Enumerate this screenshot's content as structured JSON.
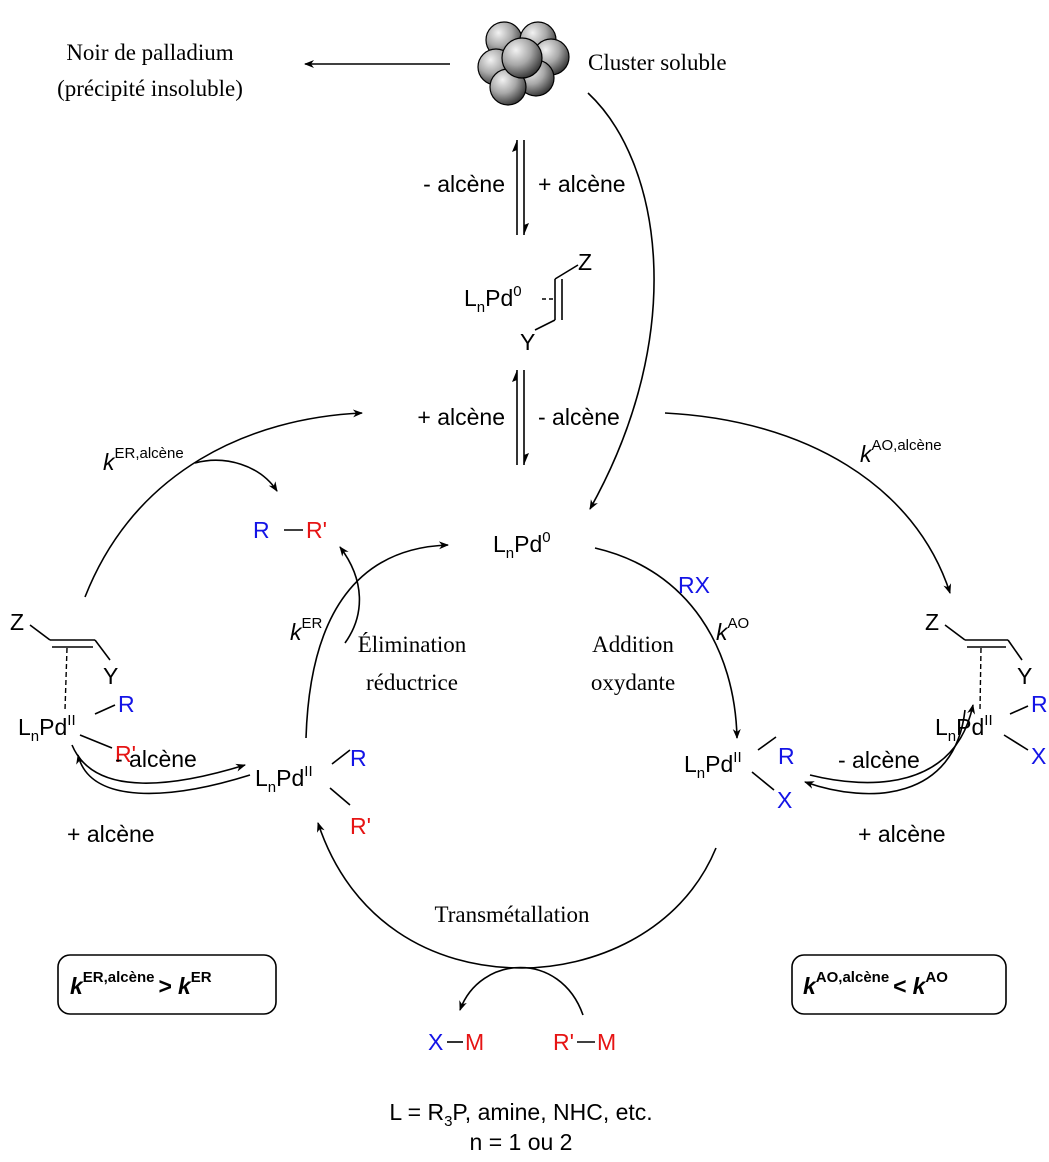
{
  "colors": {
    "blue": "#1414e6",
    "red": "#e61414",
    "black": "#000000"
  },
  "top": {
    "noir_line1": "Noir de palladium",
    "noir_line2": "(précipité insoluble)",
    "cluster_label": "Cluster soluble",
    "cluster_icon": "palladium-cluster-spheres"
  },
  "upper_equilibrium": {
    "minus": "- alcène",
    "plus": "+ alcène"
  },
  "pd0_alkene": {
    "L": "L",
    "n": "n",
    "Pd": "Pd",
    "ox": "0",
    "Z": "Z",
    "Y": "Y"
  },
  "lower_equilibrium": {
    "plus": "+ alcène",
    "minus": "- alcène"
  },
  "center": {
    "L": "L",
    "n": "n",
    "Pd": "Pd",
    "ox": "0"
  },
  "rate_left": {
    "k": "k",
    "sup": "ER,alcène"
  },
  "rate_right": {
    "k": "k",
    "sup": "AO,alcène"
  },
  "product": {
    "R": "R",
    "R2": "R'"
  },
  "k_er": {
    "k": "k",
    "sup": "ER"
  },
  "reductive": {
    "line1": "Élimination",
    "line2": "réductrice"
  },
  "oxidative": {
    "line1": "Addition",
    "line2": "oxydante"
  },
  "rx": "RX",
  "k_ao": {
    "k": "k",
    "sup": "AO"
  },
  "left_complex": {
    "Z": "Z",
    "Y": "Y",
    "L": "L",
    "n": "n",
    "Pd": "Pd",
    "ox": "II",
    "R": "R",
    "R2": "R'"
  },
  "left_equilibrium": {
    "minus": "- alcène",
    "plus": "+ alcène"
  },
  "pd2_left": {
    "L": "L",
    "n": "n",
    "Pd": "Pd",
    "ox": "II",
    "R": "R",
    "R2": "R'"
  },
  "pd2_right": {
    "L": "L",
    "n": "n",
    "Pd": "Pd",
    "ox": "II",
    "R": "R",
    "X": "X"
  },
  "right_equilibrium": {
    "minus": "- alcène",
    "plus": "+ alcène"
  },
  "right_complex": {
    "Z": "Z",
    "Y": "Y",
    "L": "L",
    "n": "n",
    "Pd": "Pd",
    "ox": "II",
    "R": "R",
    "X": "X"
  },
  "transmetal": "Transmétallation",
  "box_left": {
    "k1": "k",
    "sup1": "ER,alcène",
    "op": ">",
    "k2": "k",
    "sup2": "ER"
  },
  "box_right": {
    "k1": "k",
    "sup1": "AO,alcène",
    "op": "<",
    "k2": "k",
    "sup2": "AO"
  },
  "xm": {
    "X": "X",
    "M": "M"
  },
  "rm": {
    "R2": "R'",
    "M": "M"
  },
  "footer": {
    "line1_a": "L = R",
    "line1_sub": "3",
    "line1_b": "P, amine, NHC, etc.",
    "line2": "n = 1 ou 2"
  }
}
